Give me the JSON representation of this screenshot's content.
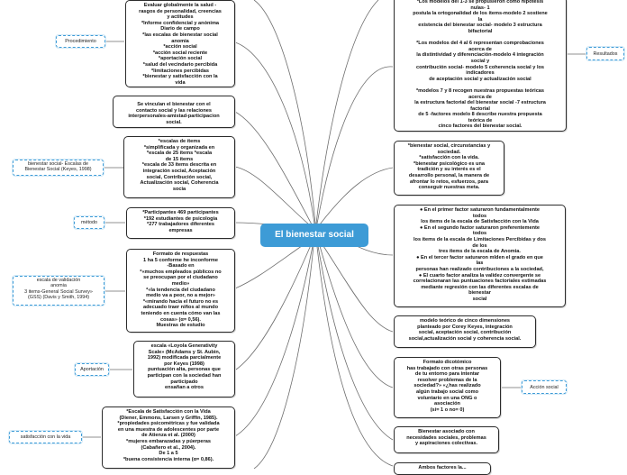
{
  "central": {
    "title": "El bienestar social"
  },
  "nodes": {
    "procedimiento": "Evaluar globalmente la salud -\nrasgos de personalidad, creencias\ny actitudes\n*Informe confidencial y anónima\nDiario de campo\n*las escalas de bienestar social\nanomia\n*acción social\n*acción social reciente\n*aportación social\n*salud del vecindario percibida\n*limitaciones percibidas\n*bienestar y satisfacción con la\nvida",
    "vinculan": "Se vinculan el bienestar con el\ncontacto social y las relaciones\ninterpersonales-amistad-participacion\nsocial.",
    "escalas": "*escalas de ítems\n*simplificada y organizada en\n*escala de 25 ítems              *escala\nde 15 ítems\n*escala de 33 ítems descrita en\nintegración social, Aceptación\nsocial, Contribución social,\nActualización social, Coherencia\nsocia",
    "metodo": "*Participantes 469 participantes\n*192 estudiantes de psicología\n*277 trabajadores diferentes\nempresas",
    "respuestas": "Formato de respuestas\n1 ha 5 conforme he inconforme\n-Basado en\n*«muchos empleados públicos no\nse preocupan por el ciudadano\nmedio»\n*«la tendencia del ciudadano\nmedio va a peor, no a mejor»\n*«mirando hacia el futuro no es\nadecuado traer niños al mundo\nteniendo en cuenta cómo van las\ncosas» (α= 0,56).\nMuestras de estudio",
    "aportacion": "escala «Loyola Generativity\nScale» (McAdams y St. Aubin,\n1992) modificada parcialmente\npor Keyes (1998)\npuntuación alta, personas que\nparticipan con la sociedad han\nparticipado\nensañan a otros",
    "satisfaccion": "*Escala de Satisfacción con la Vida\n(Diener, Emmons, Larsen y Griffin, 1985).\n*propiedades psicométricas y fue validada\nen una muestra de adolescentes por parte\nde Atienza et al. (2000)\n*mujeres embarazadas y púerperas\n(Cabañero et al., 2004).\nDe 1 a 5\n*buena consistencia interna (α= 0,86).",
    "resultados": "*Los modelos del 1-3 se propusieron como hipótesis\nnulas- 1\npostula la ortogonalidad de los ítems-modelo 2 sostiene\nla\nexistencia del bienestar social- modelo 3 estructura\nbifactorial\n\n*Los modelos del 4 al 6 representan comprobaciones\nacerca de\nla distintividad y diferenciación-modelo 4 integración\nsocial y\ncontribución social- modelo 5 coherencia social y los\nindicadores\nde aceptación social y actualización social\n\n*modelos 7 y 8 recogen nuestras propuestas teóricas\nacerca de\nla estructura factorial del bienestar social -7 estructura\nfactorial\nde 5 -factores modelo 8 describe nuestra propuesta\nteórica de\ncinco factores del bienestar social.",
    "circunstancias": "*bienestar social, circunstancias y\nsociedad.\n*satisfacción  con  la vida.\n*bienestar psicológico es una\ntradición y su interés es el\ndesarrollo personal, la manera de\nafrontar lo retos, esfuerzos, para\nconseguir nuestras meta.",
    "factores": "●      En el primer factor saturaron fundamentalmente\ntodos\nlos ítems de la escala de Satisfacción con la Vida\n●      En el segundo factor saturaron preferentemente\ntodos\nlos ítems de la escala de Limitaciones Percibidas y dos\nde los\ntres ítems de la escala de Anomia.\n●      En el tercer factor saturaron mlden el grado en que\nlas\npersonas han realizado contribuciones a la sociedad,\n●      El cuarto factor analiza la validez convergente se\ncorrelacionaran las puntuaciones factoriales estimadas\nmediante regresión con las diferentes escalas de\nbienestar\nsocial",
    "modelo_teorico": "modelo teórico de cinco dimensiones\nplanteado por Corey Keyes, integración\nsocial, aceptación social,  contribución\nsocial,actualización social y coherencia social.",
    "dicotomico": "Formato dicotómico\nhas trabajado con otras personas\nde tu entorno para intentar\nresolver problemas de la\nsociedad?»  «¿has realizado\nalgún trabajo social como\nvoluntario en una ONG o\nasociación\n(sí= 1 o no= 0)",
    "necesidades": "Bienestar asociado con\nnecesidades sociales, problemas\ny aspiraciones colectivas.",
    "bottom_right": "Ambos factores la..."
  },
  "labels": {
    "procedimiento": "Procedimiento",
    "escalas": "bienestar social- Escalas de\nBienestar Social (Keyes, 1998)",
    "metodo": "método",
    "anomia": "escala de validación\nanomia\n3 items-General Social Survey»\n(GSS) (Davis y Smith, 1994)",
    "aportacion": "Aportación",
    "satisfaccion": "satisfacción con la vida",
    "resultados": "Resultados",
    "accion": "Acción social"
  }
}
